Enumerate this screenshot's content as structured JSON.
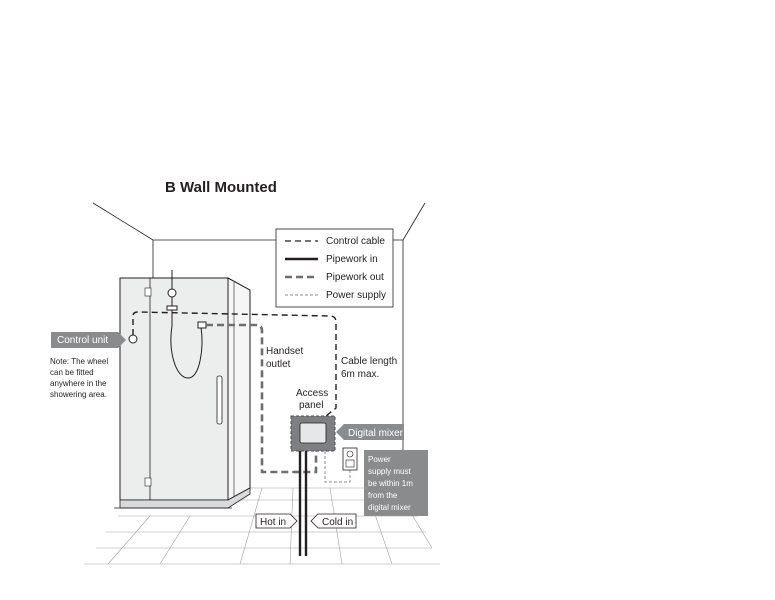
{
  "title": "B  Wall Mounted",
  "legend": {
    "control_cable": "Control cable",
    "pipework_in": "Pipework in",
    "pipework_out": "Pipework out",
    "power_supply": "Power supply"
  },
  "labels": {
    "control_unit": "Control unit",
    "note": [
      "Note: The wheel",
      "can be fitted",
      "anywhere in the",
      "showering area."
    ],
    "handset_outlet": [
      "Handset",
      "outlet"
    ],
    "cable_length": [
      "Cable length",
      "6m max."
    ],
    "access_panel": [
      "Access",
      "panel"
    ],
    "digital_mixer": "Digital mixer",
    "power_note": [
      "Power",
      "supply must",
      "be within 1m",
      "from the",
      "digital mixer"
    ],
    "hot_in": "Hot in",
    "cold_in": "Cold in"
  },
  "colors": {
    "label_fill": "#8a8b8d",
    "line": "#231f20",
    "pipework_out": "#6d6e71",
    "access_panel": "#7e7f82"
  }
}
